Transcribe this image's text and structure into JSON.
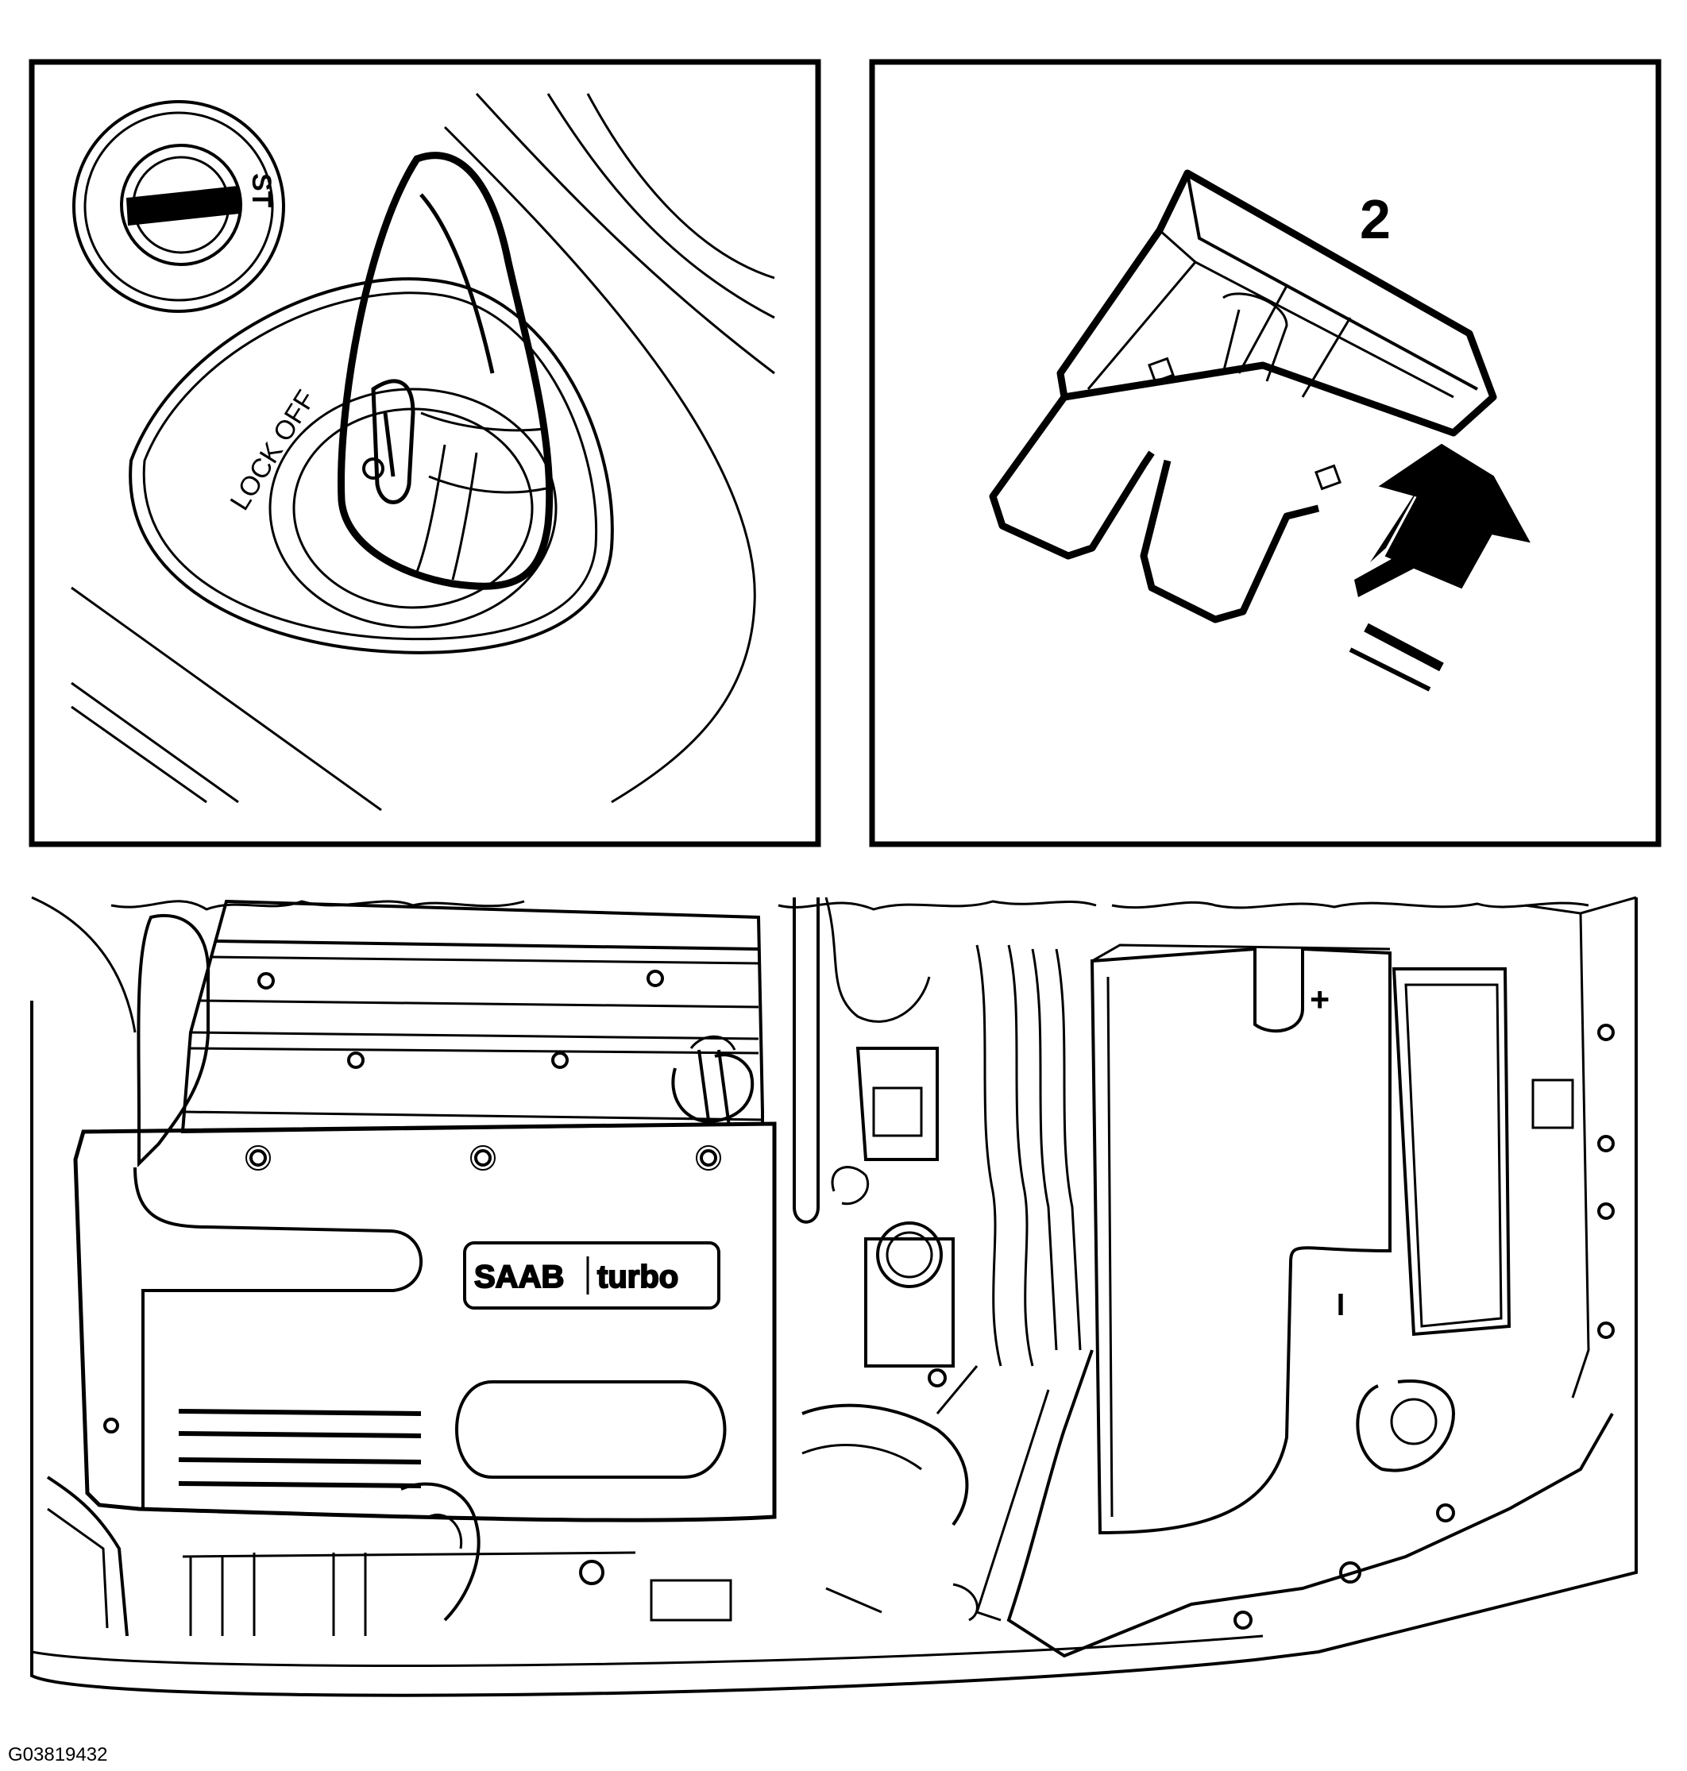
{
  "panels": {
    "ignition": {
      "dial_label": "ST",
      "position_labels": "LOCK OFF"
    },
    "fuse": {
      "callout": "2"
    },
    "engine_bay": {
      "badge_brand": "SAAB",
      "badge_model": "turbo",
      "battery_positive": "+",
      "battery_negative": "I"
    }
  },
  "figure_id": "G03819432",
  "colors": {
    "line": "#000000",
    "background": "#ffffff"
  }
}
